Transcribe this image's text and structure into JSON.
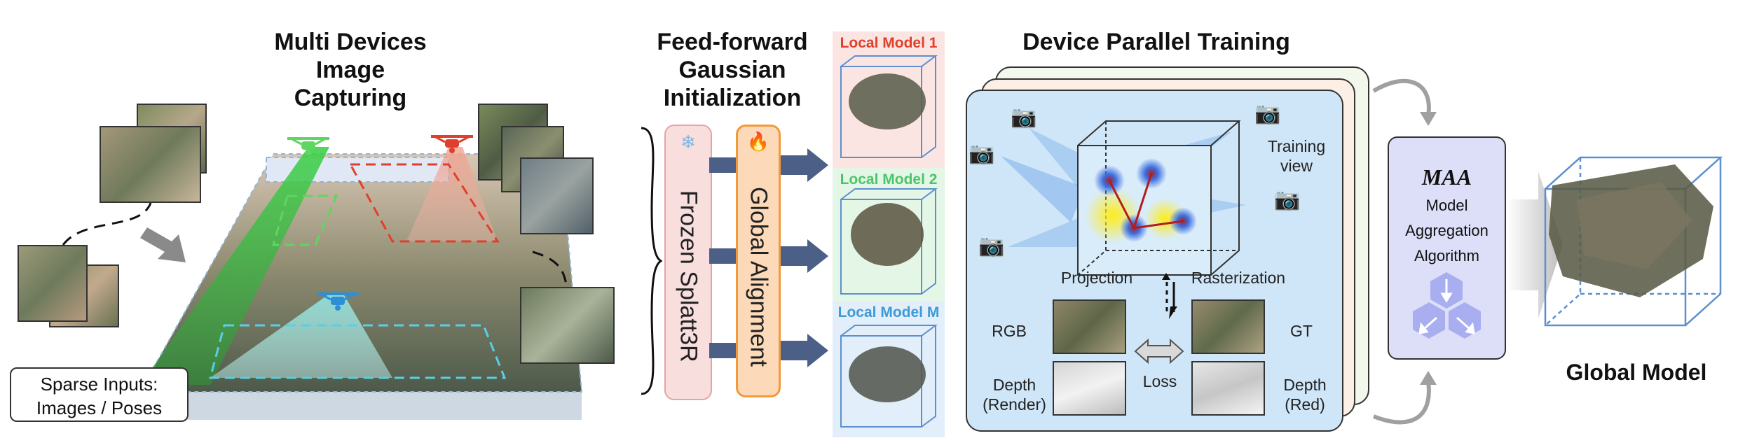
{
  "stage1": {
    "title_line1": "Multi Devices",
    "title_line2": "Image",
    "title_line3": "Capturing",
    "inputs_line1": "Sparse Inputs:",
    "inputs_line2": "Images / Poses"
  },
  "stage2": {
    "title_line1": "Feed-forward",
    "title_line2": "Gaussian",
    "title_line3": "Initialization",
    "frozen_label": "Frozen Splatt3R",
    "frozen_icon": "snowflake-icon",
    "align_label": "Global Alignment",
    "align_icon": "fire-icon"
  },
  "local_models": [
    {
      "label": "Local Model 1",
      "color": "#e0402b"
    },
    {
      "label": "Local Model 2",
      "color": "#4cc56a"
    },
    {
      "label": "Local Model M",
      "color": "#3e9ad6"
    }
  ],
  "stage3": {
    "title": "Device Parallel Training",
    "training_view_line1": "Training",
    "training_view_line2": "view",
    "projection": "Projection",
    "rasterization": "Rasterization",
    "rgb": "RGB",
    "gt": "GT",
    "depth_render_line1": "Depth",
    "depth_render_line2": "(Render)",
    "depth_red_line1": "Depth",
    "depth_red_line2": "(Red)",
    "loss": "Loss"
  },
  "maa": {
    "title": "MAA",
    "line1": "Model",
    "line2": "Aggregation",
    "line3": "Algorithm"
  },
  "global_model": "Global Model",
  "colors": {
    "red_drone": "#e0402b",
    "green_drone": "#5fd65f",
    "blue_drone": "#2e8fd6",
    "panel_blue": "#cfe6f8",
    "frozen_fill": "#f9dede",
    "align_fill": "#fcd9b8",
    "align_border": "#f29a3a"
  }
}
